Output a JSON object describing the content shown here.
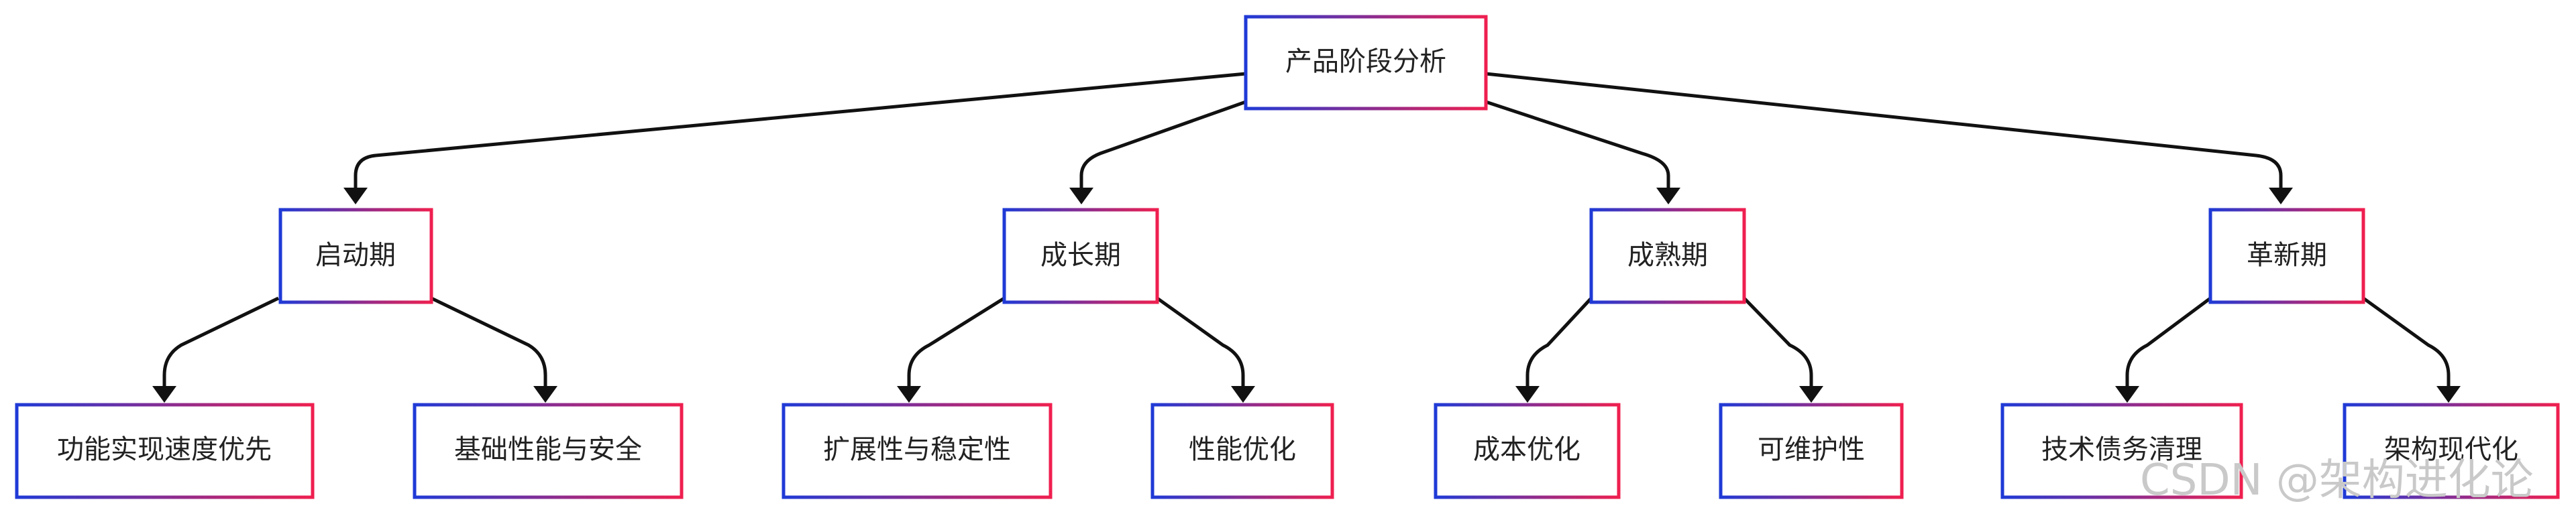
{
  "colors": {
    "border_start": "#1f3ad6",
    "border_end": "#ef1f4f",
    "edge": "#111111",
    "text": "#222222",
    "watermark": "#c9c9c9"
  },
  "root": {
    "label": "产品阶段分析"
  },
  "stages": [
    {
      "label": "启动期",
      "children": [
        "功能实现速度优先",
        "基础性能与安全"
      ]
    },
    {
      "label": "成长期",
      "children": [
        "扩展性与稳定性",
        "性能优化"
      ]
    },
    {
      "label": "成熟期",
      "children": [
        "成本优化",
        "可维护性"
      ]
    },
    {
      "label": "革新期",
      "children": [
        "技术债务清理",
        "架构现代化"
      ]
    }
  ],
  "watermark": "CSDN @架构进化论"
}
